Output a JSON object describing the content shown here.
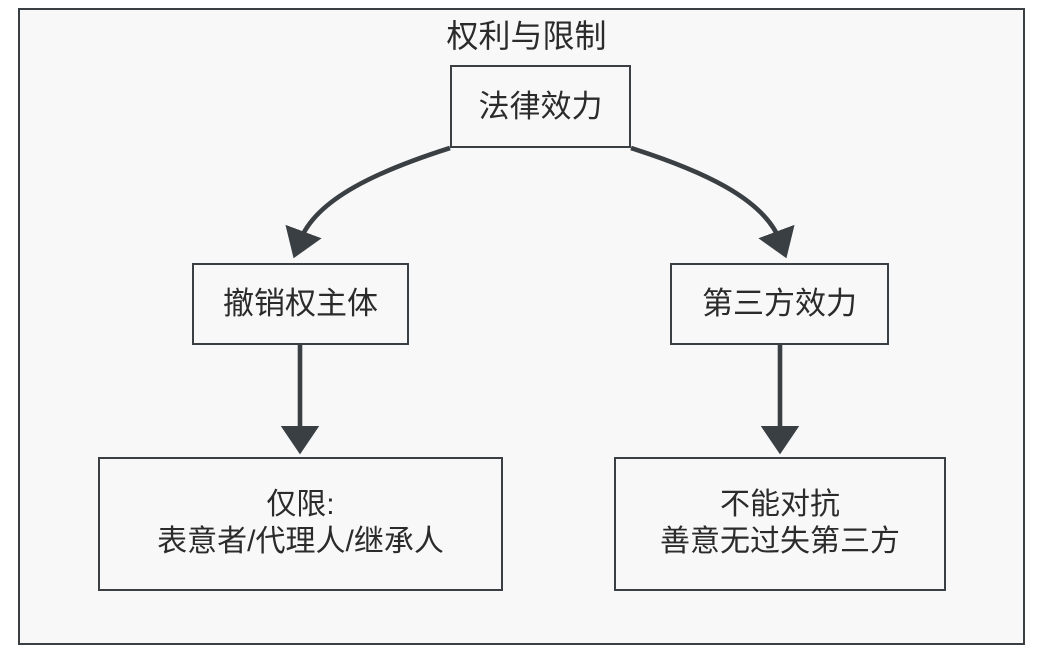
{
  "diagram": {
    "type": "flowchart",
    "title": "权利与限制",
    "background_color": "#f8f8f8",
    "frame_color": "#3a3f44",
    "text_color": "#2b2b2b",
    "nodes": [
      {
        "id": "legal-effect",
        "label": "法律效力",
        "level": 0
      },
      {
        "id": "revocation-subject",
        "label": "撤销权主体",
        "level": 1
      },
      {
        "id": "third-party-effect",
        "label": "第三方效力",
        "level": 1
      },
      {
        "id": "limited-to",
        "label": "仅限:\n表意者/代理人/继承人",
        "level": 2
      },
      {
        "id": "cannot-oppose",
        "label": "不能对抗\n善意无过失第三方",
        "level": 2
      }
    ],
    "edges": [
      {
        "from": "legal-effect",
        "to": "revocation-subject",
        "style": "curved-arrow"
      },
      {
        "from": "legal-effect",
        "to": "third-party-effect",
        "style": "curved-arrow"
      },
      {
        "from": "revocation-subject",
        "to": "limited-to",
        "style": "straight-arrow"
      },
      {
        "from": "third-party-effect",
        "to": "cannot-oppose",
        "style": "straight-arrow"
      }
    ]
  }
}
